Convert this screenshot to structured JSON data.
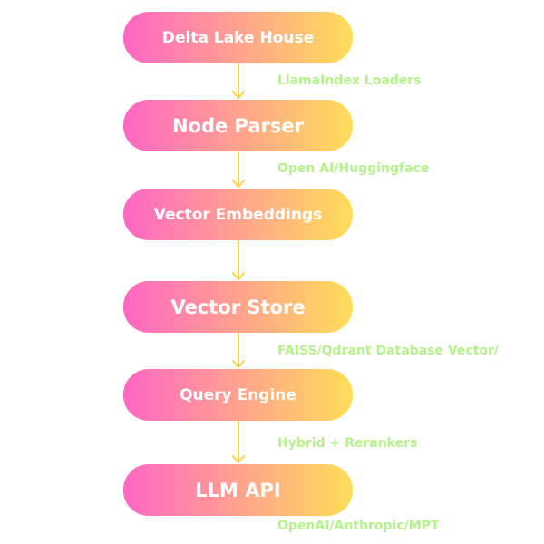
{
  "nodes": [
    {
      "label": "Delta Lake House"
    },
    {
      "label": "Node Parser"
    },
    {
      "label": "Vector Embeddings"
    },
    {
      "label": "Vector Store"
    },
    {
      "label": "Query Engine"
    },
    {
      "label": "LLM API"
    }
  ],
  "edge_labels": [
    "LlamaIndex Loaders",
    "Open AI/Huggingface",
    "FAISS/Qdrant Database Vector/",
    "Hybrid + Rerankers",
    "OpenAI/Anthropic/MPT"
  ],
  "colors": {
    "gradient_start": "#ff66c4",
    "gradient_end": "#ffde59",
    "node_text": "#ffffff",
    "arrow": "#f7d44c",
    "edge_label_text": "#b4f38a"
  }
}
